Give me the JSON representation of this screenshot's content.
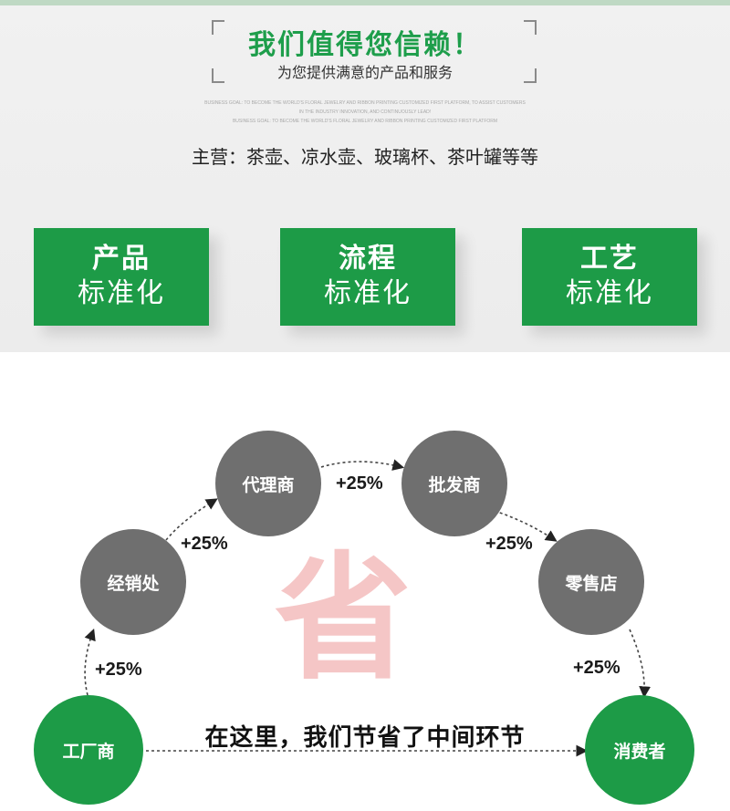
{
  "header": {
    "headline": "我们值得您信赖！",
    "subheadline": "为您提供满意的产品和服务",
    "tiny_lines": [
      "BUSINESS GOAL: TO BECOME THE WORLD'S FLORAL JEWELRY AND RIBBON PRINTING CUSTOMIZED FIRST PLATFORM, TO ASSIST CUSTOMERS",
      "IN THE INDUSTRY INNOVATION, AND CONTINUOUSLY LEAD!",
      "BUSINESS GOAL: TO BECOME THE WORLD'S FLORAL JEWELRY AND RIBBON PRINTING CUSTOMIZED FIRST PLATFORM"
    ],
    "main_products": "主营：茶壶、凉水壶、玻璃杯、茶叶罐等等"
  },
  "standard_cards": [
    {
      "line1": "产品",
      "line2": "标准化"
    },
    {
      "line1": "流程",
      "line2": "标准化"
    },
    {
      "line1": "工艺",
      "line2": "标准化"
    }
  ],
  "flow": {
    "nodes": {
      "factory": "工厂商",
      "distributor": "经销处",
      "agent": "代理商",
      "wholesaler": "批发商",
      "retailer": "零售店",
      "consumer": "消费者"
    },
    "markup": [
      "+25%",
      "+25%",
      "+25%",
      "+25%",
      "+25%"
    ],
    "watermark": "省",
    "slogan": "在这里，我们节省了中间环节"
  },
  "colors": {
    "green": "#1d9b47",
    "gray_node": "#6f6f6f",
    "watermark": "#f2b3b3"
  }
}
